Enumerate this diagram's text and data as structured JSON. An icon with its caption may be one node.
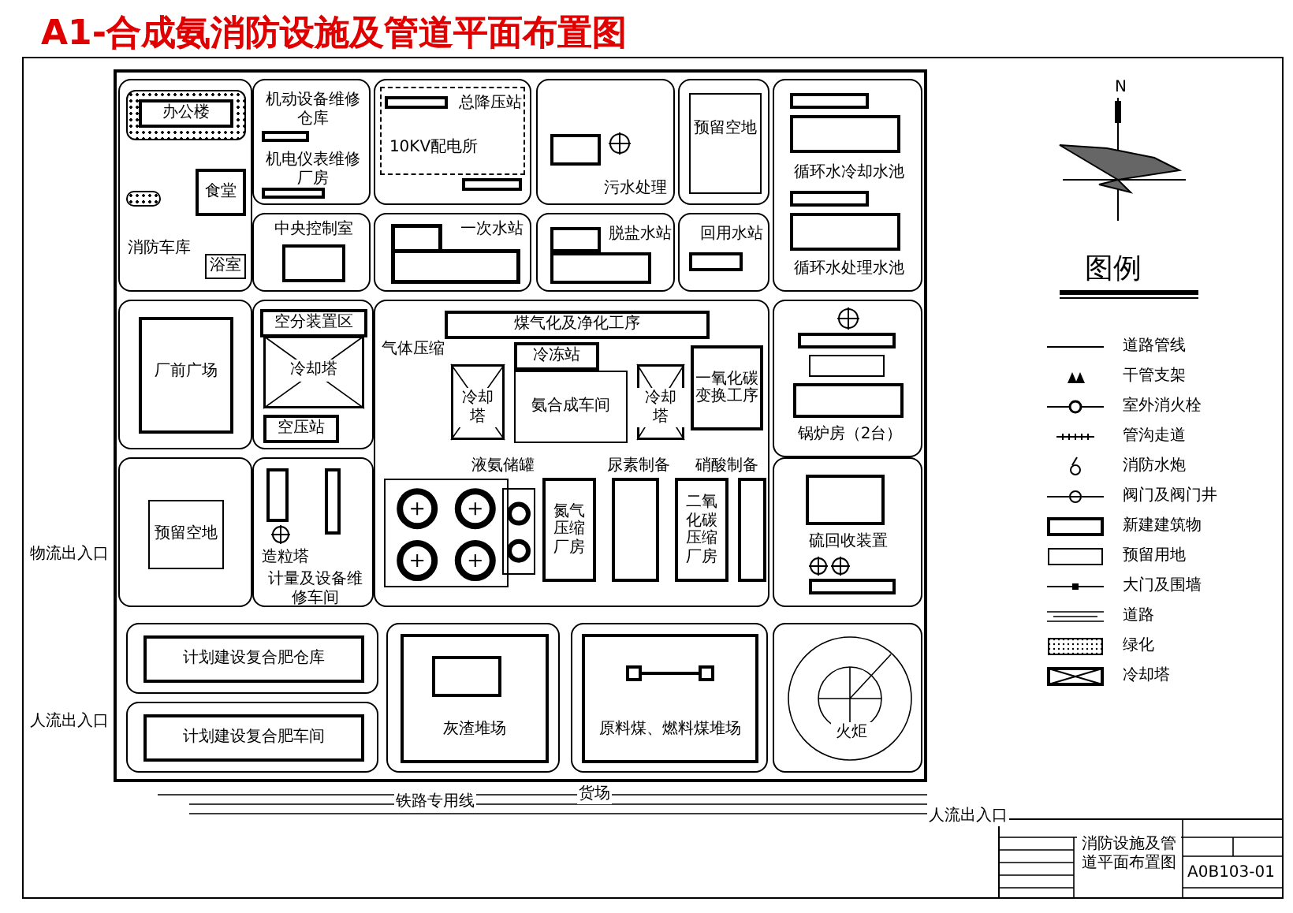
{
  "diagram": {
    "title": "A1-合成氨消防设施及管道平面布置图",
    "nodes": [
      {
        "text": [
          "办公楼",
          "食堂",
          "消防车库",
          "浴室"
        ]
      },
      {
        "text": [
          "机动设备维修仓库",
          "机电仪表维修厂房"
        ]
      },
      {
        "text": [
          "总降压站",
          "10KV配电所"
        ]
      },
      {
        "text": [
          "污水处理"
        ]
      },
      {
        "text": [
          "预留空地"
        ]
      },
      {
        "text": [
          "循环水冷却水池",
          "循环水处理水池"
        ]
      },
      {
        "text": [
          "中央控制室"
        ]
      },
      {
        "text": [
          "一次水站"
        ]
      },
      {
        "text": [
          "脱盐水站"
        ]
      },
      {
        "text": [
          "回用水站"
        ]
      },
      {
        "text": [
          "厂前广场"
        ]
      },
      {
        "text": [
          "空分装置区",
          "冷却塔",
          "空压站"
        ]
      },
      {
        "text": [
          "气体压缩",
          "煤气化及净化工序",
          "冷却塔",
          "冷冻站",
          "氨合成车间",
          "冷却塔",
          "一氧化碳变换工序",
          "液氨储罐",
          "尿素制备",
          "硝酸制备",
          "氮气压缩厂房",
          "二氧化碳压缩厂房"
        ]
      },
      {
        "text": [
          "锅炉房（2台）"
        ]
      },
      {
        "text": [
          "预留空地"
        ]
      },
      {
        "text": [
          "造粒塔",
          "计量及设备维修车间"
        ]
      },
      {
        "text": [
          "硫回收装置"
        ]
      },
      {
        "text": [
          "计划建设复合肥仓库"
        ]
      },
      {
        "text": [
          "计划建设复合肥车间"
        ]
      },
      {
        "text": [
          "灰渣堆场"
        ]
      },
      {
        "text": [
          "原料煤、燃料煤堆场"
        ]
      },
      {
        "text": [
          "火炬"
        ]
      }
    ],
    "labels": [
      "铁路专用线",
      "货场",
      "物流出入口",
      "人流出入口",
      "人流出入口",
      "N",
      "图例",
      "消防设施及管道平面布置图",
      "A0B103-01"
    ],
    "legend": [
      {
        "text": "道路管线"
      },
      {
        "text": "干管支架"
      },
      {
        "text": "室外消火栓"
      },
      {
        "text": "管沟走道"
      },
      {
        "text": "消防水炮"
      },
      {
        "text": "阀门及阀门井"
      },
      {
        "text": "新建建筑物"
      },
      {
        "text": "预留用地"
      },
      {
        "text": "大门及围墙"
      },
      {
        "text": "道路"
      },
      {
        "text": "绿化"
      },
      {
        "text": "冷却塔"
      }
    ]
  }
}
